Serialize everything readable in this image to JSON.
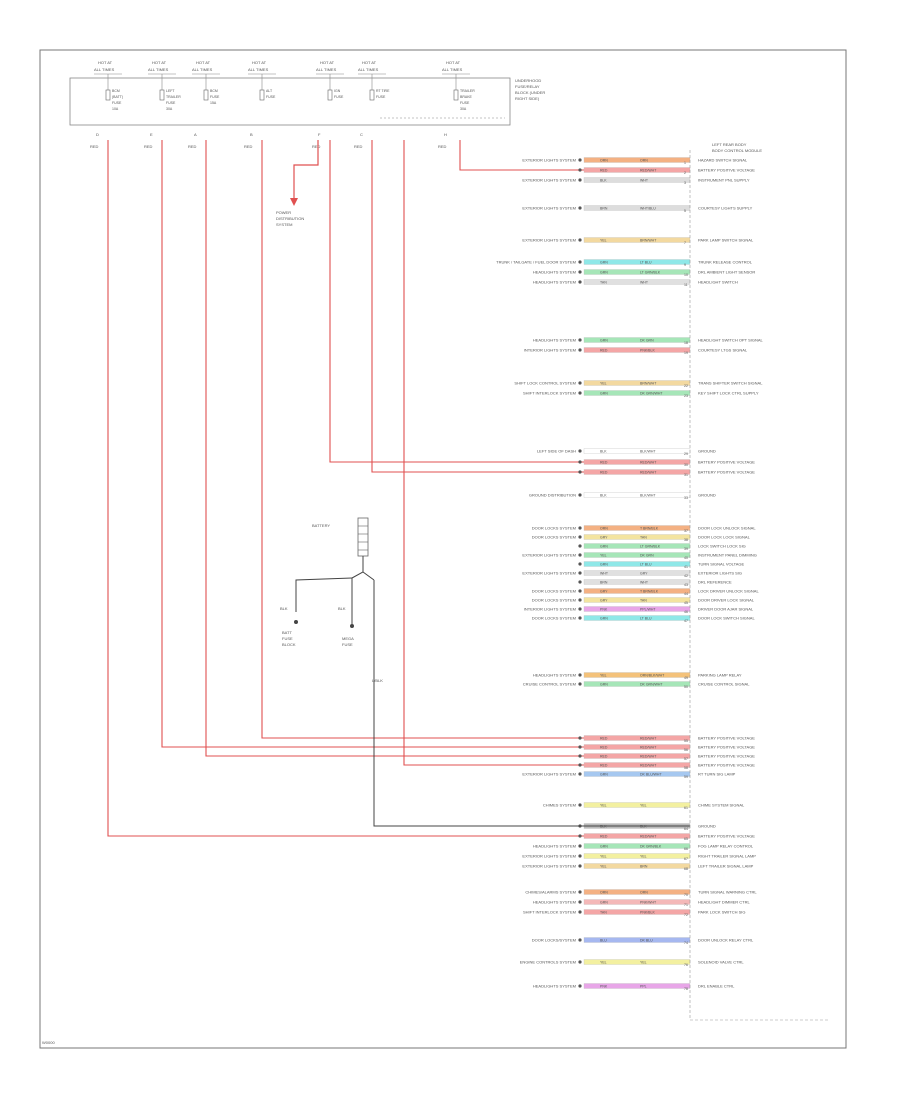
{
  "diagram": {
    "code": "W0000",
    "fuse_panel": {
      "label_lines": [
        "UNDERHOOD",
        "FUSE/RELAY",
        "BLOCK (UNDER",
        "RIGHT SIDE)"
      ],
      "hot_labels": [
        "HOT AT",
        "HOT AT",
        "HOT AT",
        "HOT AT",
        "HOT AT",
        "HOT AT",
        "HOT AT"
      ],
      "hot_subs": [
        "ALL TIMES",
        "ALL TIMES",
        "ALL TIMES",
        "ALL TIMES",
        "ALL TIMES",
        "ALL TIMES",
        "ALL TIMES"
      ],
      "fuse_names": [
        [
          "BCM",
          "(BATT)",
          "FUSE",
          "10A"
        ],
        [
          "LEFT",
          "TRAILER",
          "FUSE",
          "30A"
        ],
        [
          "BCM",
          "FUSE",
          "15A",
          ""
        ],
        [
          "ALT",
          "FUSE",
          "",
          ""
        ],
        [
          "IGN",
          "FUSE",
          "",
          ""
        ],
        [
          "RT TIRE",
          "FUSE",
          "",
          ""
        ],
        [
          "TRAILER",
          "BRAKE",
          "FUSE",
          "30A"
        ]
      ],
      "pins": [
        "D",
        "E",
        "A",
        "B",
        "F",
        "C",
        "H"
      ],
      "wire_codes": [
        "RED",
        "RED",
        "RED",
        "RED",
        "RED",
        "RED",
        "RED"
      ]
    },
    "power_dist": [
      "POWER",
      "DISTRIBUTION",
      "SYSTEM"
    ],
    "battery": {
      "label": "BATTERY",
      "wire_a": "BLK",
      "wire_b": "BLK",
      "pdist": [
        "BATT",
        "FUSE",
        "BLOCK"
      ],
      "mega": [
        "MEGA",
        "FUSE"
      ],
      "tag": "L/BLK"
    },
    "module_label": [
      "LEFT REAR BODY",
      "BODY CONTROL MODULE"
    ],
    "rows": [
      {
        "left": "EXTERIOR LIGHTS SYSTEM",
        "w1": "ORN",
        "w2": "ORN",
        "c1": "#f4b183",
        "c2": "#f4b183",
        "pin": "1",
        "right": "HAZARD SWITCH SIGNAL"
      },
      {
        "left": "",
        "w1": "RED",
        "w2": "RED/WHT",
        "c1": "#f4a6a6",
        "c2": "#f4a6a6",
        "pin": "2",
        "right": "BATTERY POSITIVE VOLTAGE"
      },
      {
        "left": "EXTERIOR LIGHTS SYSTEM",
        "w1": "BLK",
        "w2": "WHT",
        "c1": "#dddddd",
        "c2": "#dddddd",
        "pin": "3",
        "right": "INSTRUMENT PNL SUPPLY"
      },
      {
        "left": "EXTERIOR LIGHTS SYSTEM",
        "w1": "BRN",
        "w2": "WHT/BLU",
        "c1": "#dddddd",
        "c2": "#dddddd",
        "pin": "5",
        "right": "COURTESY LIGHTS SUPPLY"
      },
      {
        "left": "EXTERIOR LIGHTS SYSTEM",
        "w1": "YEL",
        "w2": "BRN/WHT",
        "c1": "#f3d9a0",
        "c2": "#f3d9a0",
        "pin": "7",
        "right": "PARK LAMP SWITCH SIGNAL"
      },
      {
        "left": "TRUNK / TAILGATE / FUEL DOOR SYSTEM",
        "w1": "GRN",
        "w2": "LT BLU",
        "c1": "#8fe8e8",
        "c2": "#8fe8e8",
        "pin": "9",
        "right": "TRUNK RELEASE CONTROL"
      },
      {
        "left": "HEADLIGHTS SYSTEM",
        "w1": "GRN",
        "w2": "LT GRN/BLK",
        "c1": "#a6e6b8",
        "c2": "#a6e6b8",
        "pin": "10",
        "right": "DRL AMBIENT LIGHT SENSOR"
      },
      {
        "left": "HEADLIGHTS SYSTEM",
        "w1": "TAN",
        "w2": "WHT",
        "c1": "#e0e0e0",
        "c2": "#e0e0e0",
        "pin": "11",
        "right": "HEADLIGHT SWITCH"
      },
      {
        "left": "HEADLIGHTS SYSTEM",
        "w1": "GRN",
        "w2": "DK GRN",
        "c1": "#a6e6b8",
        "c2": "#a6e6b8",
        "pin": "18",
        "right": "HEADLIGHT SWITCH OPT SIGNAL"
      },
      {
        "left": "INTERIOR LIGHTS SYSTEM",
        "w1": "RED",
        "w2": "PNK/BLK",
        "c1": "#f4a6a6",
        "c2": "#f4a6a6",
        "pin": "19",
        "right": "COURTESY LTGS SIGNAL"
      },
      {
        "left": "SHIFT LOCK CONTROL SYSTEM",
        "w1": "YEL",
        "w2": "BRN/WHT",
        "c1": "#f3d9a0",
        "c2": "#f3d9a0",
        "pin": "22",
        "right": "TRANS SHIFTER SWITCH SIGNAL"
      },
      {
        "left": "SHIFT INTERLOCK SYSTEM",
        "w1": "GRN",
        "w2": "DK GRN/WHT",
        "c1": "#a6e6b8",
        "c2": "#a6e6b8",
        "pin": "23",
        "right": "KEY SHIFT LOCK CTRL SUPPLY"
      },
      {
        "left": "LEFT SIDE OF DASH",
        "w1": "BLK",
        "w2": "BLK/WHT",
        "c1": "#ffffff",
        "c2": "#ffffff",
        "pin": "29",
        "right": "GROUND"
      },
      {
        "left": "",
        "w1": "RED",
        "w2": "RED/WHT",
        "c1": "#f4a6a6",
        "c2": "#f4a6a6",
        "pin": "30",
        "right": "BATTERY POSITIVE VOLTAGE"
      },
      {
        "left": "",
        "w1": "RED",
        "w2": "RED/WHT",
        "c1": "#f4a6a6",
        "c2": "#f4a6a6",
        "pin": "31",
        "right": "BATTERY POSITIVE VOLTAGE"
      },
      {
        "left": "GROUND DISTRIBUTION",
        "w1": "BLK",
        "w2": "BLK/WHT",
        "c1": "#ffffff",
        "c2": "#ffffff",
        "pin": "33",
        "right": "GROUND"
      },
      {
        "left": "DOOR LOCKS SYSTEM",
        "w1": "ORN",
        "w2": "T BRN/BLK",
        "c1": "#f4b183",
        "c2": "#f4b183",
        "pin": "37",
        "right": "DOOR LOCK UNLOCK SIGNAL"
      },
      {
        "left": "DOOR LOCKS SYSTEM",
        "w1": "GRY",
        "w2": "TAN",
        "c1": "#f3e4a0",
        "c2": "#f3e4a0",
        "pin": "38",
        "right": "DOOR LOCK LOCK SIGNAL"
      },
      {
        "left": "",
        "w1": "GRN",
        "w2": "LT GRN/BLK",
        "c1": "#a6e6b8",
        "c2": "#a6e6b8",
        "pin": "39",
        "right": "LOCK SWITCH LOCK SIG"
      },
      {
        "left": "EXTERIOR LIGHTS SYSTEM",
        "w1": "YEL",
        "w2": "DK GRN",
        "c1": "#a6e6b8",
        "c2": "#a6e6b8",
        "pin": "40",
        "right": "INSTRUMENT PANEL DIMMING"
      },
      {
        "left": "",
        "w1": "GRN",
        "w2": "LT BLU",
        "c1": "#8fe8e8",
        "c2": "#8fe8e8",
        "pin": "41",
        "right": "TURN SIGNAL VOLTAGE"
      },
      {
        "left": "EXTERIOR LIGHTS SYSTEM",
        "w1": "WHT",
        "w2": "GRY",
        "c1": "#e0e0e0",
        "c2": "#e0e0e0",
        "pin": "42",
        "right": "EXTERIOR LIGHTS SIG"
      },
      {
        "left": "",
        "w1": "BRN",
        "w2": "WHT",
        "c1": "#e0e0e0",
        "c2": "#e0e0e0",
        "pin": "43",
        "right": "DRL REFERENCE"
      },
      {
        "left": "DOOR LOCKS SYSTEM",
        "w1": "GRY",
        "w2": "T BRN/BLK",
        "c1": "#f4b183",
        "c2": "#f4b183",
        "pin": "44",
        "right": "LOCK DRIVER UNLOCK SIGNAL"
      },
      {
        "left": "DOOR LOCKS SYSTEM",
        "w1": "GRY",
        "w2": "TAN",
        "c1": "#f3e4a0",
        "c2": "#f3e4a0",
        "pin": "45",
        "right": "DOOR DRIVER LOCK SIGNAL"
      },
      {
        "left": "INTERIOR LIGHTS SYSTEM",
        "w1": "PNK",
        "w2": "PPL/WHT",
        "c1": "#e8a6e8",
        "c2": "#e8a6e8",
        "pin": "46",
        "right": "DRIVER DOOR AJAR SIGNAL"
      },
      {
        "left": "DOOR LOCKS SYSTEM",
        "w1": "GRN",
        "w2": "LT BLU",
        "c1": "#8fe8e8",
        "c2": "#8fe8e8",
        "pin": "47",
        "right": "DOOR LOCK SWITCH SIGNAL"
      },
      {
        "left": "HEADLIGHTS SYSTEM",
        "w1": "YEL",
        "w2": "ORN/BLK/WHT",
        "c1": "#f4c27a",
        "c2": "#f4c27a",
        "pin": "49",
        "right": "PARKING LAMP RELAY"
      },
      {
        "left": "CRUISE CONTROL SYSTEM",
        "w1": "GRN",
        "w2": "DK GRN/WHT",
        "c1": "#a6e6b8",
        "c2": "#a6e6b8",
        "pin": "50",
        "right": "CRUISE CONTROL SIGNAL"
      },
      {
        "left": "",
        "w1": "RED",
        "w2": "RED/WHT",
        "c1": "#f4a6a6",
        "c2": "#f4a6a6",
        "pin": "55",
        "right": "BATTERY POSITIVE VOLTAGE"
      },
      {
        "left": "",
        "w1": "RED",
        "w2": "RED/WHT",
        "c1": "#f4a6a6",
        "c2": "#f4a6a6",
        "pin": "56",
        "right": "BATTERY POSITIVE VOLTAGE"
      },
      {
        "left": "",
        "w1": "RED",
        "w2": "RED/WHT",
        "c1": "#f4a6a6",
        "c2": "#f4a6a6",
        "pin": "57",
        "right": "BATTERY POSITIVE VOLTAGE"
      },
      {
        "left": "",
        "w1": "RED",
        "w2": "RED/WHT",
        "c1": "#f4a6a6",
        "c2": "#f4a6a6",
        "pin": "58",
        "right": "BATTERY POSITIVE VOLTAGE"
      },
      {
        "left": "EXTERIOR LIGHTS SYSTEM",
        "w1": "GRN",
        "w2": "DK BLU/WHT",
        "c1": "#a6c8f0",
        "c2": "#a6c8f0",
        "pin": "59",
        "right": "RT TURN SIG LAMP"
      },
      {
        "left": "CHIMES SYSTEM",
        "w1": "YEL",
        "w2": "YEL",
        "c1": "#f3f0a0",
        "c2": "#f3f0a0",
        "pin": "61",
        "right": "CHIME SYSTEM SIGNAL"
      },
      {
        "left": "",
        "w1": "BLK",
        "w2": "BLK",
        "c1": "#bbbbbb",
        "c2": "#bbbbbb",
        "pin": "64",
        "right": "GROUND"
      },
      {
        "left": "",
        "w1": "RED",
        "w2": "RED/WHT",
        "c1": "#f4a6a6",
        "c2": "#f4a6a6",
        "pin": "65",
        "right": "BATTERY POSITIVE VOLTAGE"
      },
      {
        "left": "HEADLIGHTS SYSTEM",
        "w1": "GRN",
        "w2": "DK GRN/BLK",
        "c1": "#a6e6b8",
        "c2": "#a6e6b8",
        "pin": "66",
        "right": "FOG LAMP RELAY CONTROL"
      },
      {
        "left": "EXTERIOR LIGHTS SYSTEM",
        "w1": "YEL",
        "w2": "YEL",
        "c1": "#f3f0a0",
        "c2": "#f3f0a0",
        "pin": "67",
        "right": "RIGHT TRAILER SIGNAL LAMP"
      },
      {
        "left": "EXTERIOR LIGHTS SYSTEM",
        "w1": "YEL",
        "w2": "BRN",
        "c1": "#f3d9a0",
        "c2": "#f3d9a0",
        "pin": "68",
        "right": "LEFT TRAILER SIGNAL LAMP"
      },
      {
        "left": "CHIMES/ALARMS SYSTEM",
        "w1": "ORN",
        "w2": "ORN",
        "c1": "#f4b183",
        "c2": "#f4b183",
        "pin": "70",
        "right": "TURN SIGNAL WARNING CTRL"
      },
      {
        "left": "HEADLIGHTS SYSTEM",
        "w1": "GRN",
        "w2": "PNK/WHT",
        "c1": "#f4b8b8",
        "c2": "#f4b8b8",
        "pin": "71",
        "right": "HEADLIGHT DIMMER CTRL"
      },
      {
        "left": "SHIFT INTERLOCK SYSTEM",
        "w1": "TAN",
        "w2": "PNK/BLK",
        "c1": "#f4a6a6",
        "c2": "#f4a6a6",
        "pin": "72",
        "right": "PARK LOCK SWITCH SIG"
      },
      {
        "left": "DOOR LOCKS/SYSTEM",
        "w1": "BLU",
        "w2": "DK BLU",
        "c1": "#a6b8f0",
        "c2": "#a6b8f0",
        "pin": "74",
        "right": "DOOR UNLOCK RELAY CTRL"
      },
      {
        "left": "ENGINE CONTROLS SYSTEM",
        "w1": "YEL",
        "w2": "YEL",
        "c1": "#f3f0a0",
        "c2": "#f3f0a0",
        "pin": "76",
        "right": "SOLENOID VALVE CTRL"
      },
      {
        "left": "HEADLIGHTS SYSTEM",
        "w1": "PNK",
        "w2": "PPL",
        "c1": "#e8a6e8",
        "c2": "#e8a6e8",
        "pin": "78",
        "right": "DRL ENABLE CTRL"
      }
    ]
  }
}
